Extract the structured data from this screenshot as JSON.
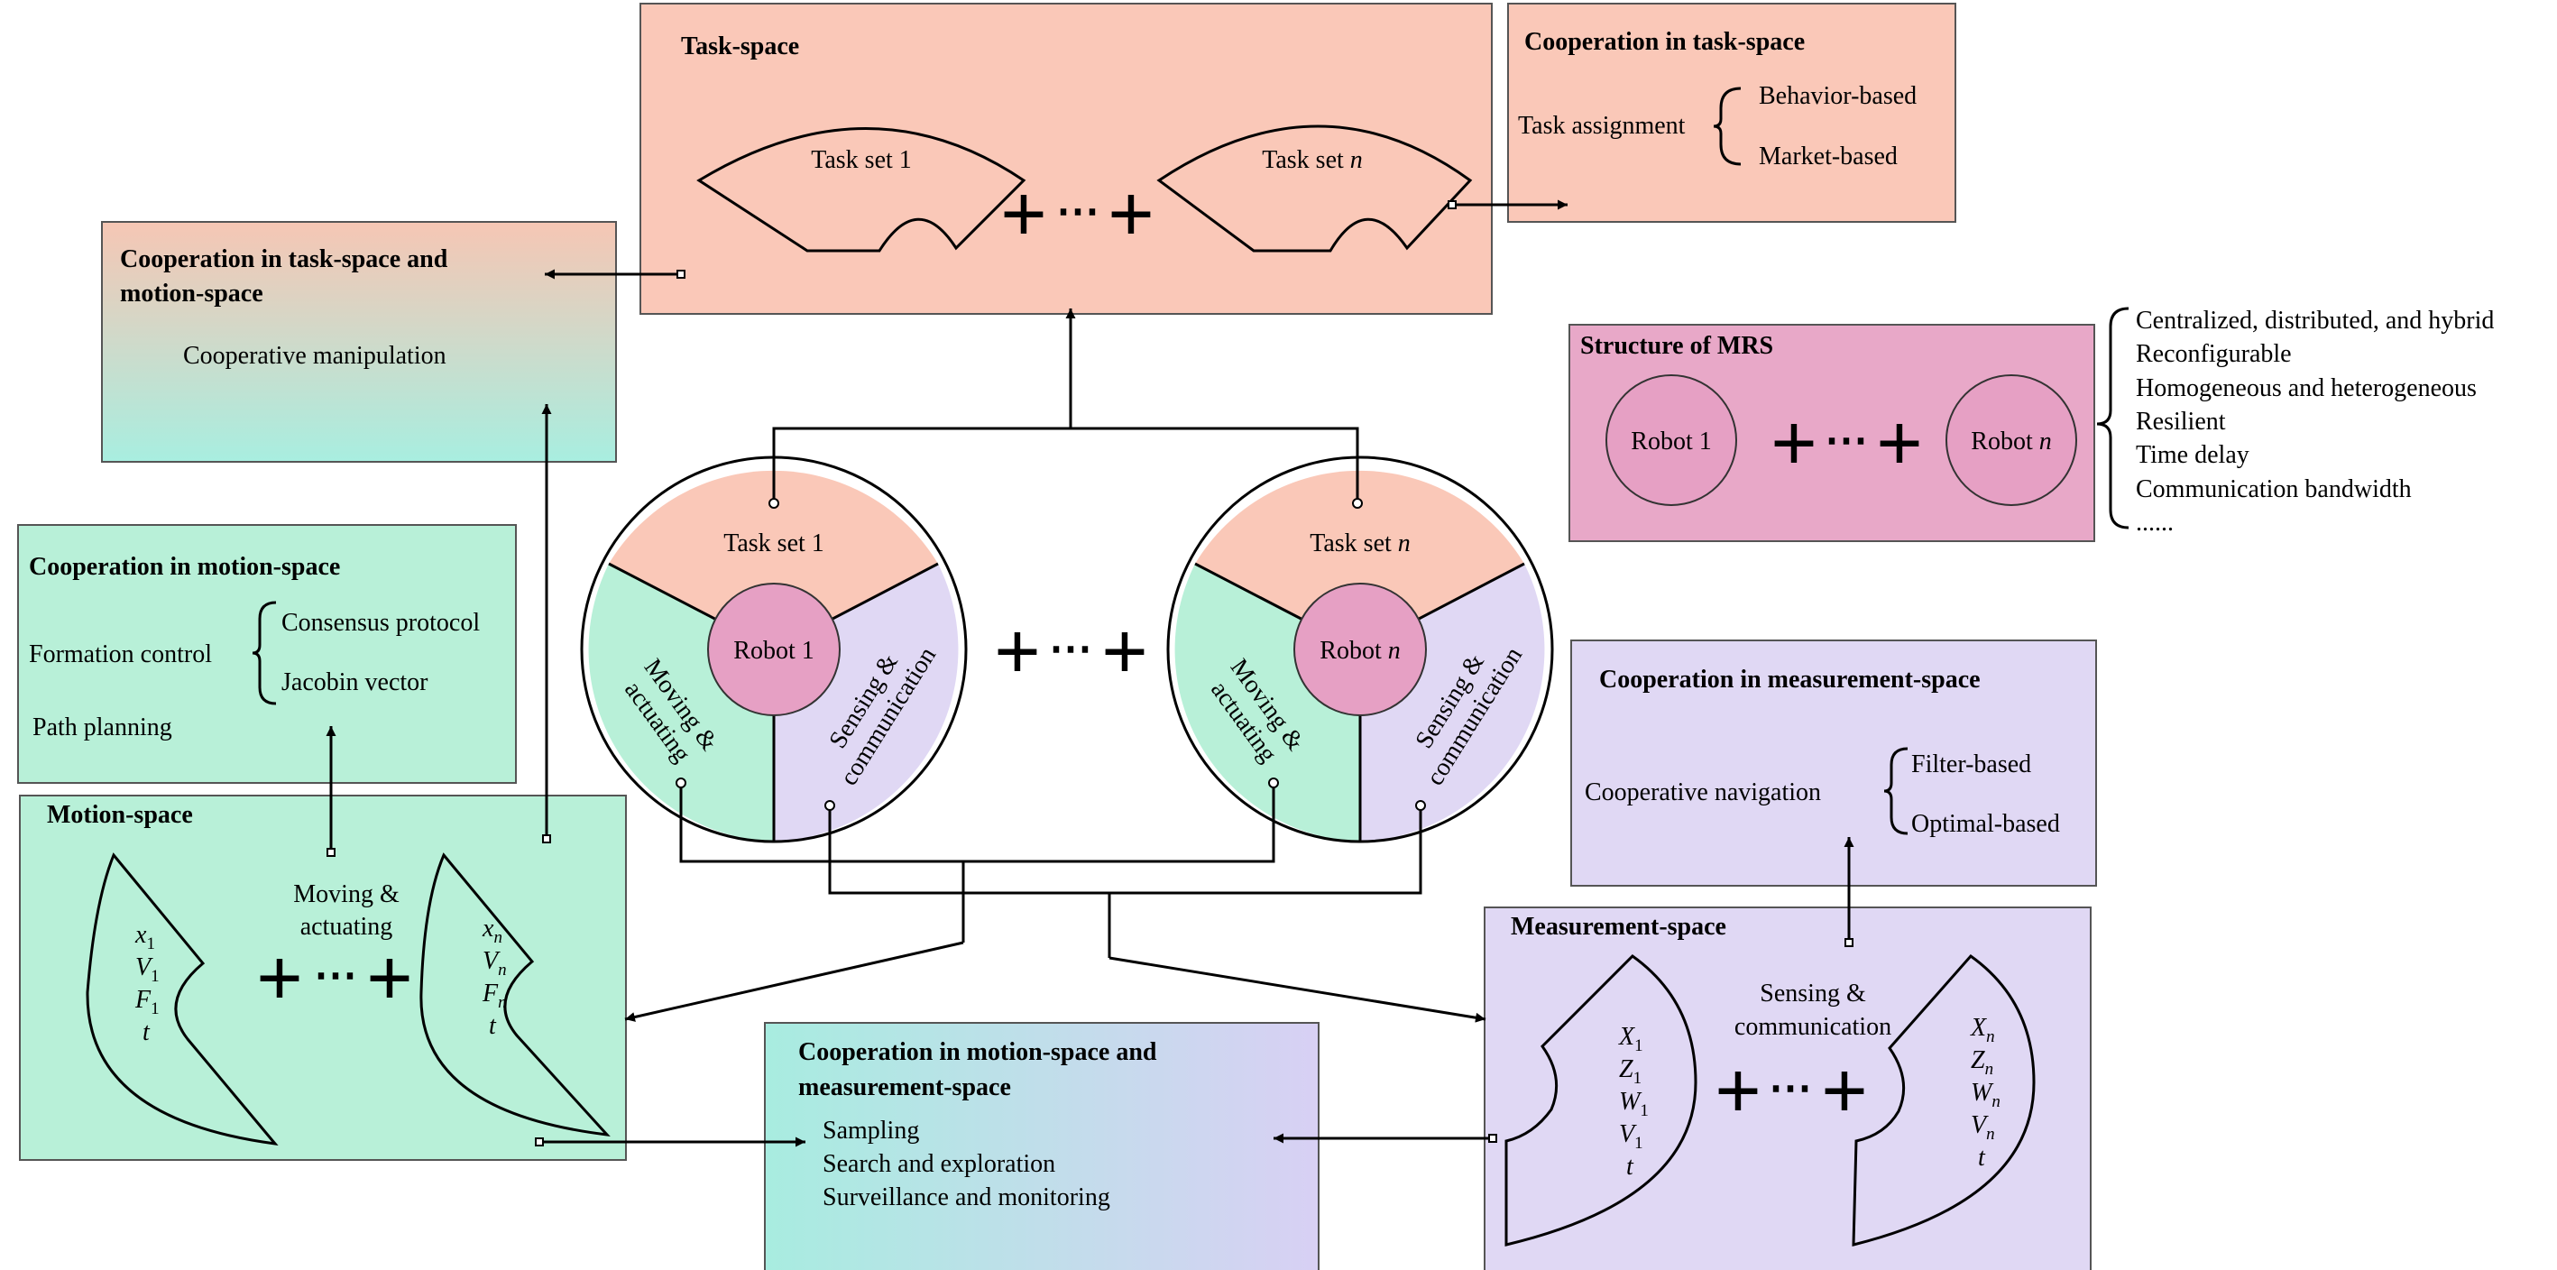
{
  "colors": {
    "task": "#fac8b8",
    "motion": "#b8f0d8",
    "measurement": "#e0d8f4",
    "structure": "#e8a8c8",
    "robot": "#e6a0c4",
    "grad_task_motion_top": "#f6c6b4",
    "grad_task_motion_bottom": "#a8eee0",
    "grad_motion_meas_left": "#a8ece0",
    "grad_motion_meas_right": "#d8d0f4"
  },
  "task_space": {
    "title": "Task-space",
    "set1": "Task set 1",
    "setn_prefix": "Task set ",
    "setn_index": "n",
    "plus": "+",
    "dots": "⋯"
  },
  "coop_task": {
    "title": "Cooperation in task-space",
    "item": "Task assignment",
    "options": [
      "Behavior-based",
      "Market-based"
    ]
  },
  "coop_task_motion": {
    "title_line1": "Cooperation in task-space and",
    "title_line2": "motion-space",
    "item": "Cooperative manipulation"
  },
  "structure": {
    "title": "Structure of MRS",
    "robot1": "Robot 1",
    "robotn_prefix": "Robot ",
    "robotn_index": "n",
    "properties": [
      "Centralized, distributed, and hybrid",
      "Reconfigurable",
      "Homogeneous and heterogeneous",
      "Resilient",
      "Time delay",
      "Communication bandwidth",
      "......"
    ]
  },
  "robots": {
    "robot1": {
      "name": "Robot 1",
      "task": "Task set 1",
      "moving_line1": "Moving &",
      "moving_line2": "actuating",
      "sensing_line1": "Sensing &",
      "sensing_line2": "communication"
    },
    "robotn": {
      "name_prefix": "Robot ",
      "name_index": "n",
      "task_prefix": "Task set ",
      "task_index": "n",
      "moving_line1": "Moving &",
      "moving_line2": "actuating",
      "sensing_line1": "Sensing &",
      "sensing_line2": "communication"
    }
  },
  "coop_motion": {
    "title": "Cooperation in motion-space",
    "item1": "Formation control",
    "options": [
      "Consensus protocol",
      "Jacobin vector"
    ],
    "item2": "Path planning"
  },
  "motion_space": {
    "title": "Motion-space",
    "center_line1": "Moving &",
    "center_line2": "actuating",
    "vars1": [
      {
        "sym": "x",
        "sub": "1"
      },
      {
        "sym": "V",
        "sub": "1"
      },
      {
        "sym": "F",
        "sub": "1"
      },
      {
        "sym": "t",
        "sub": ""
      }
    ],
    "varsn": [
      {
        "sym": "x",
        "sub": "n"
      },
      {
        "sym": "V",
        "sub": "n"
      },
      {
        "sym": "F",
        "sub": "n"
      },
      {
        "sym": "t",
        "sub": ""
      }
    ]
  },
  "coop_meas": {
    "title": "Cooperation in measurement-space",
    "item": "Cooperative navigation",
    "options": [
      "Filter-based",
      "Optimal-based"
    ]
  },
  "measurement_space": {
    "title": "Measurement-space",
    "center_line1": "Sensing &",
    "center_line2": "communication",
    "vars1": [
      {
        "sym": "X",
        "sub": "1"
      },
      {
        "sym": "Z",
        "sub": "1"
      },
      {
        "sym": "W",
        "sub": "1"
      },
      {
        "sym": "V",
        "sub": "1"
      },
      {
        "sym": "t",
        "sub": ""
      }
    ],
    "varsn": [
      {
        "sym": "X",
        "sub": "n"
      },
      {
        "sym": "Z",
        "sub": "n"
      },
      {
        "sym": "W",
        "sub": "n"
      },
      {
        "sym": "V",
        "sub": "n"
      },
      {
        "sym": "t",
        "sub": ""
      }
    ]
  },
  "coop_motion_meas": {
    "title_line1": "Cooperation in motion-space and",
    "title_line2": "measurement-space",
    "items": [
      "Sampling",
      "Search and exploration",
      "Surveillance and monitoring"
    ]
  }
}
